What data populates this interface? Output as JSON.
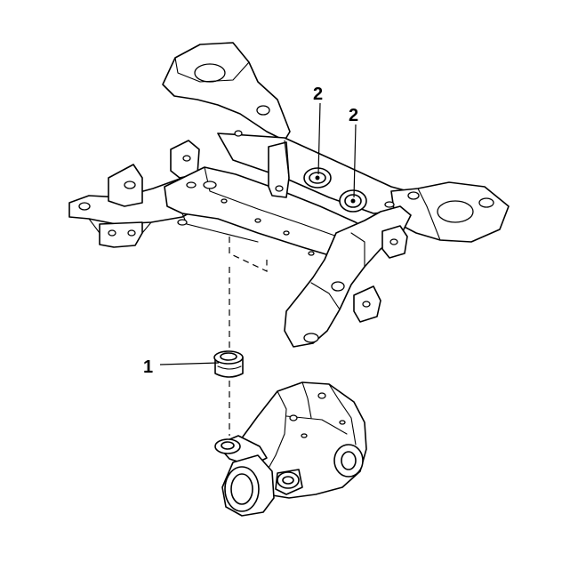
{
  "callouts": {
    "bushing": "1",
    "mount_left": "2",
    "mount_right": "2"
  },
  "icons": [
    "subframe-crossmember",
    "rubber-bushing",
    "differential-housing"
  ],
  "colors": {
    "line": "#000000",
    "background": "#ffffff"
  }
}
